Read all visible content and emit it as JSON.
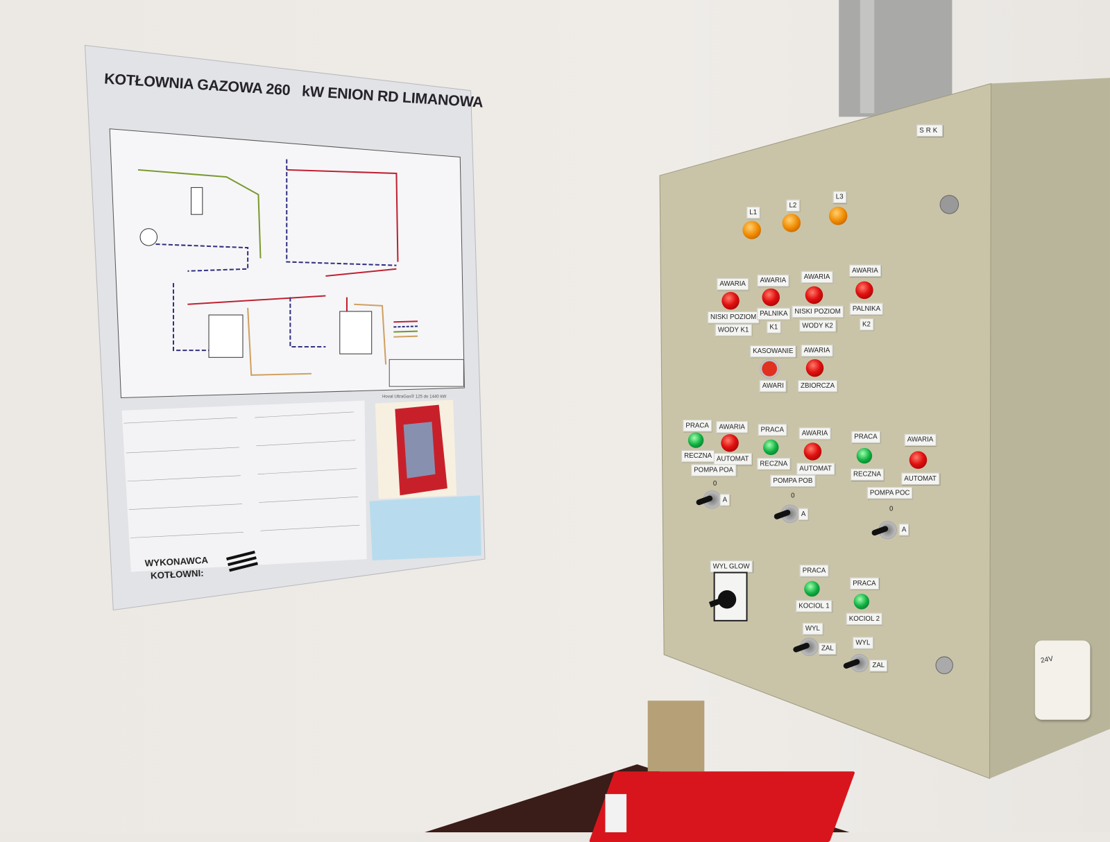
{
  "poster": {
    "title": "KOTŁOWNIA GAZOWA 260   kW ENION RD LIMANOWA",
    "contractor_line1": "WYKONAWCA",
    "contractor_line2": "KOTŁOWNI:",
    "boiler_caption": "Hoval UltraGas® 125 do 1440 kW"
  },
  "panel": {
    "id_label": "SRK",
    "phase_lamps": [
      "L1",
      "L2",
      "L3"
    ],
    "alarms": [
      {
        "top": "AWARIA",
        "bottom1": "NISKI POZIOM",
        "bottom2": "WODY K1"
      },
      {
        "top": "AWARIA",
        "bottom1": "PALNIKA",
        "bottom2": "K1"
      },
      {
        "top": "AWARIA",
        "bottom1": "NISKI POZIOM",
        "bottom2": "WODY K2"
      },
      {
        "top": "AWARIA",
        "bottom1": "PALNIKA",
        "bottom2": "K2"
      }
    ],
    "reset": {
      "top": "KASOWANIE",
      "bottom": "AWARI"
    },
    "general_alarm": {
      "top": "AWARIA",
      "bottom": "ZBIORCZA"
    },
    "pumps": [
      {
        "work": "PRACA",
        "manual": "RECZNA",
        "alarm": "AWARIA",
        "auto": "AUTOMAT",
        "name": "POMPA POA",
        "off": "0",
        "a": "A"
      },
      {
        "work": "PRACA",
        "manual": "RECZNA",
        "alarm": "AWARIA",
        "auto": "AUTOMAT",
        "name": "POMPA POB",
        "off": "0",
        "a": "A"
      },
      {
        "work": "PRACA",
        "manual": "RECZNA",
        "alarm": "AWARIA",
        "auto": "AUTOMAT",
        "name": "POMPA POC",
        "off": "0",
        "a": "A"
      }
    ],
    "main_switch": "WYL GLOW",
    "boilers": [
      {
        "work": "PRACA",
        "name": "KOCIOL 1",
        "off": "WYL",
        "on": "ZAL"
      },
      {
        "work": "PRACA",
        "name": "KOCIOL 2",
        "off": "WYL",
        "on": "ZAL"
      }
    ],
    "socket_label": "24V"
  }
}
